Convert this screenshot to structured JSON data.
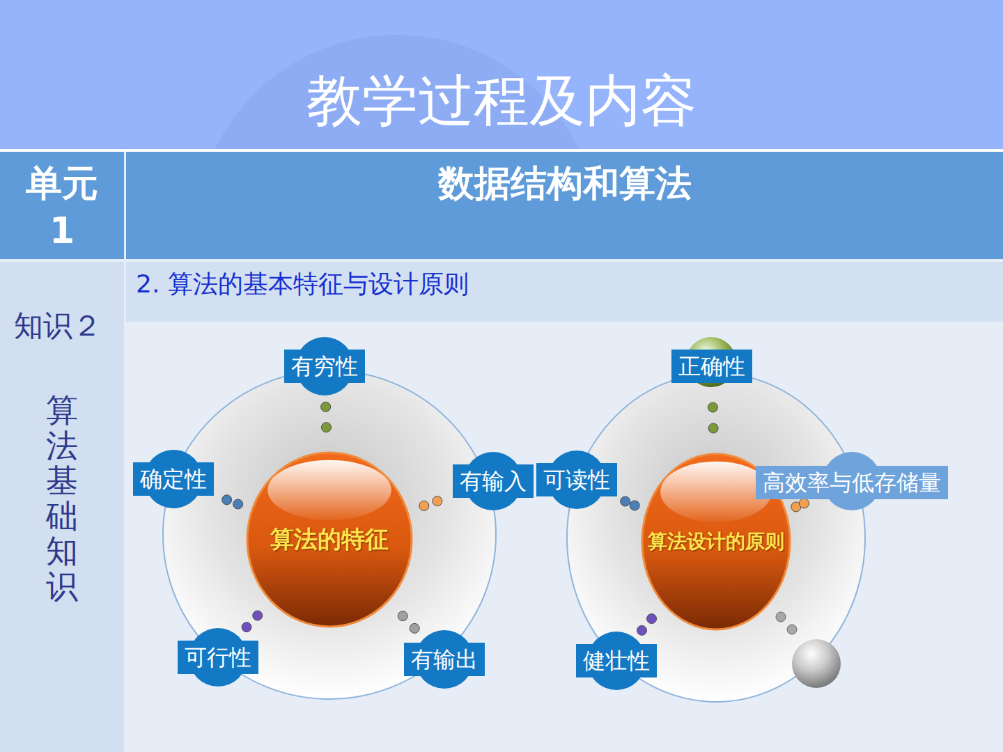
{
  "diagram": {
    "title": "教学过程及内容",
    "nodes": [
      {
        "text": [
          "单元 1"
        ]
      },
      {
        "text": [
          "数据结构和算法"
        ]
      },
      {
        "text": [
          "知识２",
          "算法基础知识"
        ]
      },
      {
        "text": [
          "2. 算法的基本特征与设计原则"
        ]
      },
      {
        "text": [
          "算法的特征"
        ]
      },
      {
        "text": [
          "有穷性"
        ]
      },
      {
        "text": [
          "确定性"
        ]
      },
      {
        "text": [
          "有输入"
        ]
      },
      {
        "text": [
          "可行性"
        ]
      },
      {
        "text": [
          "有输出"
        ]
      },
      {
        "text": [
          "算法设计的原则"
        ]
      },
      {
        "text": [
          "正确性"
        ]
      },
      {
        "text": [
          "可读性"
        ]
      },
      {
        "text": [
          "高效率与低存储量"
        ]
      },
      {
        "text": [
          "健壮性"
        ]
      }
    ],
    "edges": [
      {
        "from": 4,
        "to": 5,
        "arrow": "none"
      },
      {
        "from": 4,
        "to": 6,
        "arrow": "none"
      },
      {
        "from": 4,
        "to": 7,
        "arrow": "none"
      },
      {
        "from": 4,
        "to": 8,
        "arrow": "none"
      },
      {
        "from": 4,
        "to": 9,
        "arrow": "none"
      },
      {
        "from": 10,
        "to": 11,
        "arrow": "none"
      },
      {
        "from": 10,
        "to": 12,
        "arrow": "none"
      },
      {
        "from": 10,
        "to": 13,
        "arrow": "none"
      },
      {
        "from": 10,
        "to": 14,
        "arrow": "none"
      }
    ]
  }
}
